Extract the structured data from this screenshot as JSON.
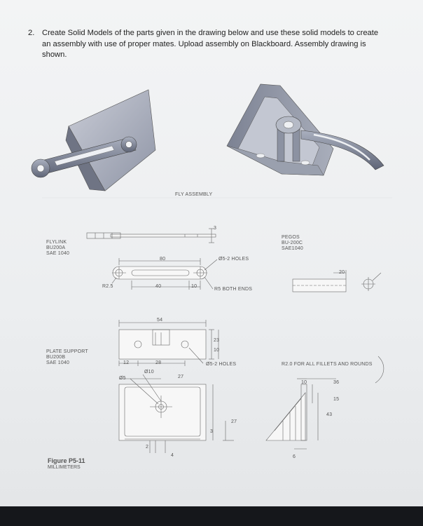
{
  "question": {
    "number": "2.",
    "text": "Create Solid Models of the parts given in the drawing below and use these solid models to create an assembly with use of proper mates. Upload assembly on Blackboard. Assembly drawing is shown."
  },
  "assembly_label": "FLY ASSEMBLY",
  "parts": {
    "flylink": {
      "name": "FLYLINK",
      "code": "BU200A",
      "material": "SAE 1040"
    },
    "pegos": {
      "name": "PEGOS",
      "code": "BU-200C",
      "material": "SAE1040"
    },
    "plate_support": {
      "name": "PLATE SUPPORT",
      "code": "BU200B",
      "material": "SAE 1040"
    }
  },
  "dimensions": {
    "flylink_length": "80",
    "flylink_r": "R2.5",
    "flylink_slot": "40",
    "flylink_end": "10",
    "flylink_thk": "3",
    "flylink_holes": "Ø5-2 HOLES",
    "flylink_ends": "R5 BOTH ENDS",
    "peg_len": "20",
    "plate_width": "54",
    "plate_h1": "23",
    "plate_h2": "10",
    "plate_12": "12",
    "plate_28": "28",
    "plate_holes": "Ø5-2 HOLES",
    "plate_d10": "Ø10",
    "plate_d5": "Ø5",
    "plate_27": "27",
    "plate_2": "2",
    "plate_4": "4",
    "plate_3": "3",
    "plate_27v": "27",
    "side_10": "10",
    "side_36": "36",
    "side_15": "15",
    "side_43": "43",
    "side_6": "6",
    "fillets_note": "R2.0 FOR ALL FILLETS AND ROUNDS"
  },
  "figure": {
    "title": "Figure P5-11",
    "units": "MILLIMETERS"
  }
}
